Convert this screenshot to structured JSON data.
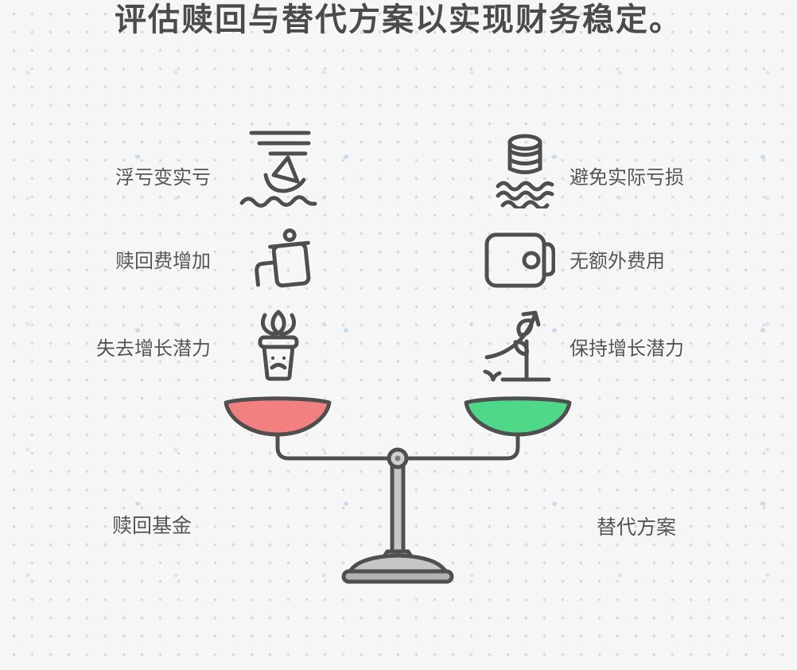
{
  "title": "评估赎回与替代方案以实现财务稳定。",
  "left_column": {
    "footer_label": "赎回基金",
    "items": [
      {
        "label": "浮亏变实亏",
        "icon": "sinking-boat-icon"
      },
      {
        "label": "赎回费增加",
        "icon": "redemption-fee-bin-icon"
      },
      {
        "label": "失去增长潜力",
        "icon": "sad-plant-icon"
      }
    ]
  },
  "right_column": {
    "footer_label": "替代方案",
    "items": [
      {
        "label": "避免实际亏损",
        "icon": "coins-above-water-icon"
      },
      {
        "label": "无额外费用",
        "icon": "wallet-icon"
      },
      {
        "label": "保持增长潜力",
        "icon": "growth-arrow-plant-icon"
      }
    ]
  },
  "scale": {
    "left_pan_color": "#f28080",
    "right_pan_color": "#4fd88a",
    "frame_color": "#4f4f4f",
    "metal_color": "#c6c6c6",
    "base_color": "#b2b2b2"
  },
  "background": {
    "base": "#f6f6f6",
    "dot": "#dadada",
    "accent_dot": "#aee0f0"
  }
}
